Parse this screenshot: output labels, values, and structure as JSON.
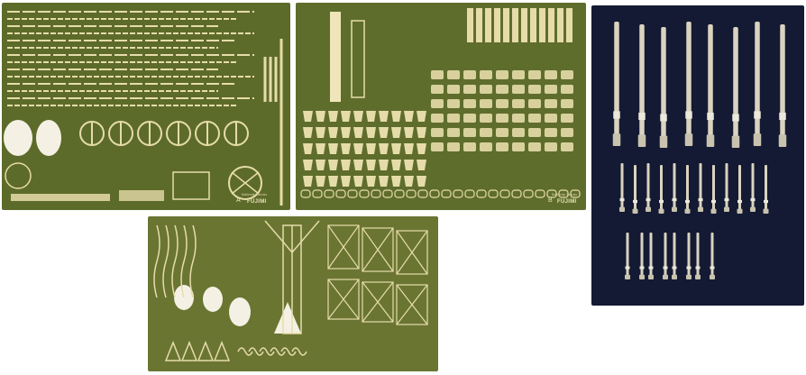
{
  "sheets": {
    "a": {
      "letter": "A",
      "brand": "FUJIMI",
      "caption": "Battleship Yamato"
    },
    "b": {
      "letter": "B",
      "brand": "FUJIMI",
      "caption": "Battleship Yamato"
    },
    "c": {}
  },
  "barrels": {
    "large_count": 8,
    "medium_count": 12,
    "small_count": 8
  },
  "colors": {
    "fret_green": "#5d6b2a",
    "brass_part": "#e6dcaa",
    "barrel_metal": "#d9d3c0",
    "panel_navy": "#141a33"
  }
}
